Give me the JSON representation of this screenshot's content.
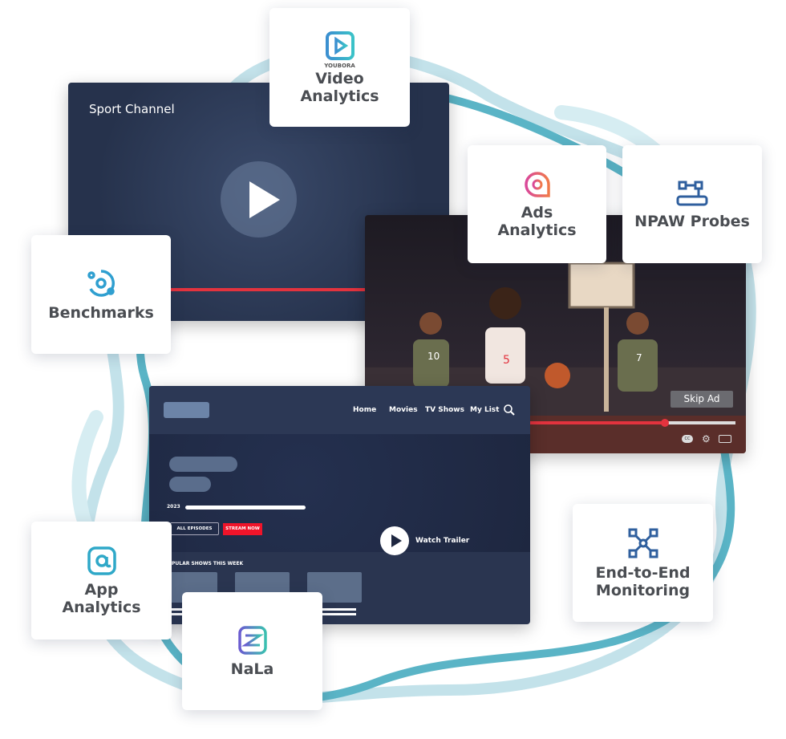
{
  "sport_player": {
    "title": "Sport Channel"
  },
  "game_player": {
    "skip_ad": "Skip Ad",
    "cc": "CC",
    "jerseys": [
      "10",
      "5",
      "7"
    ]
  },
  "streaming": {
    "nav": [
      "Home",
      "Movies",
      "TV Shows",
      "My List"
    ],
    "year": "2023",
    "watch_trailer": "Watch Trailer",
    "all_episodes": "ALL EPISODES",
    "stream_now": "STREAM NOW",
    "section": "PULAR SHOWS THIS WEEK"
  },
  "cards": {
    "video": {
      "brand": "YOUBORA",
      "label": "Video\nAnalytics"
    },
    "ads": {
      "label": "Ads\nAnalytics"
    },
    "probes": {
      "label": "NPAW Probes"
    },
    "benchmarks": {
      "label": "Benchmarks"
    },
    "app": {
      "label": "App\nAnalytics"
    },
    "nala": {
      "label": "NaLa"
    },
    "e2e": {
      "label": "End-to-End\nMonitoring"
    }
  },
  "colors": {
    "accent_red": "#e3333e",
    "teal": "#4fb0c6",
    "light_teal": "#bfe0ea",
    "navy": "#2a3550"
  }
}
